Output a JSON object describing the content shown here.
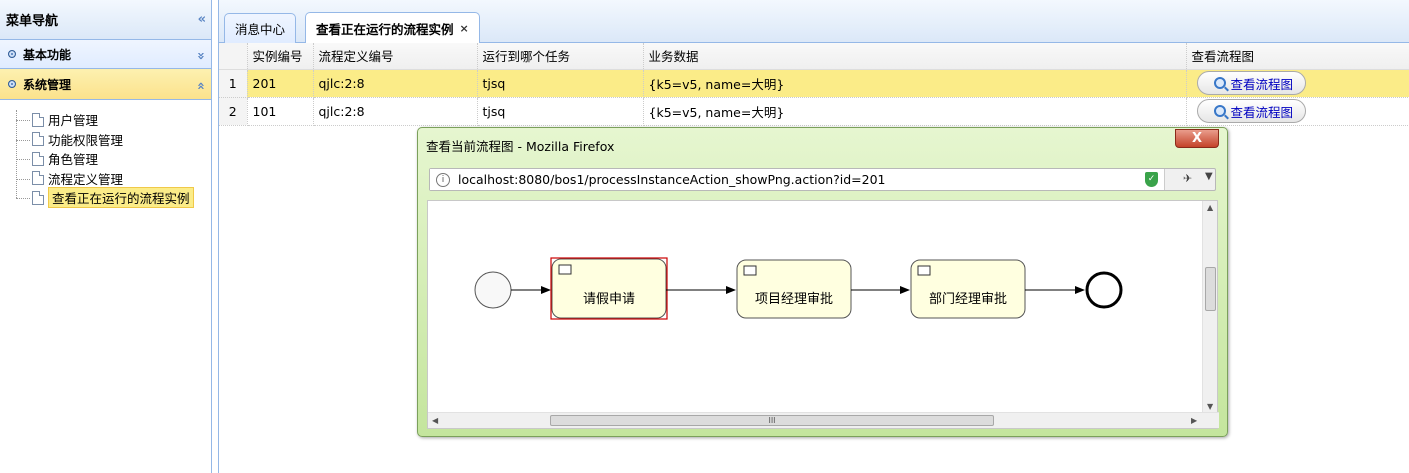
{
  "nav": {
    "title": "菜单导航",
    "collapse_glyph": "«",
    "panels": [
      {
        "label": "基本功能",
        "glyph": "»"
      },
      {
        "label": "系统管理",
        "glyph": "«"
      }
    ],
    "tree_items": [
      "用户管理",
      "功能权限管理",
      "角色管理",
      "流程定义管理",
      "查看正在运行的流程实例"
    ]
  },
  "tabs": [
    {
      "label": "消息中心"
    },
    {
      "label": "查看正在运行的流程实例",
      "close": "×"
    }
  ],
  "grid": {
    "columns": [
      "实例编号",
      "流程定义编号",
      "运行到哪个任务",
      "业务数据",
      "查看流程图"
    ],
    "rows": [
      {
        "num": "1",
        "id": "201",
        "def": "qjlc:2:8",
        "task": "tjsq",
        "biz": "{k5=v5, name=大明}",
        "btn": "查看流程图"
      },
      {
        "num": "2",
        "id": "101",
        "def": "qjlc:2:8",
        "task": "tjsq",
        "biz": "{k5=v5, name=大明}",
        "btn": "查看流程图"
      }
    ]
  },
  "popup": {
    "title": "查看当前流程图 - Mozilla Firefox",
    "close": "X",
    "url": "localhost:8080/bos1/processInstanceAction_showPng.action?id=201",
    "scroll_grip": "III",
    "diagram": {
      "tasks": [
        "请假申请",
        "项目经理审批",
        "部门经理审批"
      ],
      "active_task": "请假申请"
    }
  },
  "colors": {
    "accent_blue": "#95b8e7",
    "selected_yellow": "#fbec88",
    "popup_green": "#c4e59d",
    "task_fill": "#ffffe0",
    "active_border": "#cc0000"
  }
}
